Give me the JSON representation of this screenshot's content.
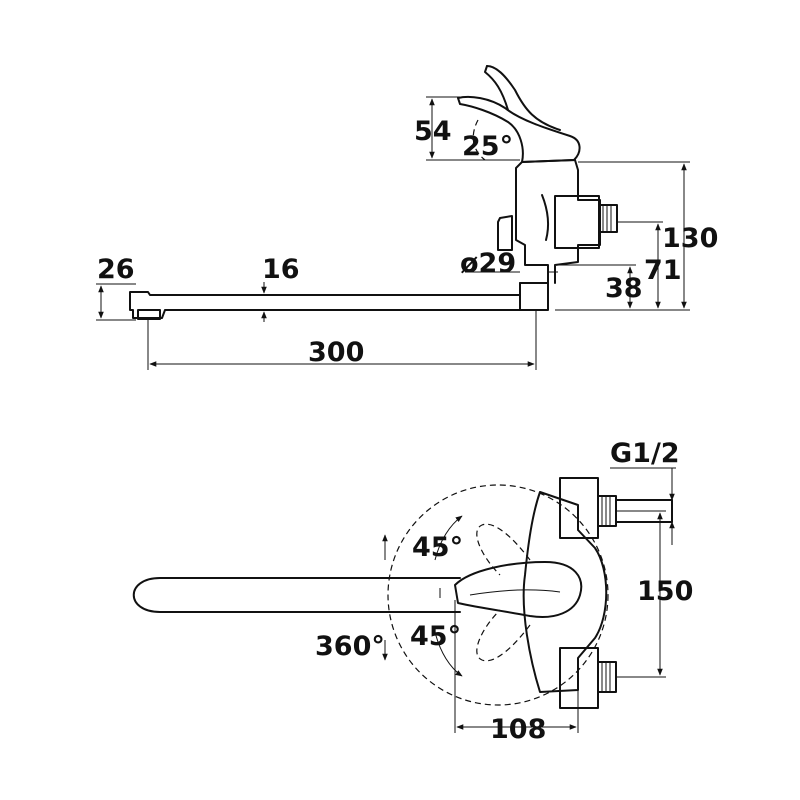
{
  "side_view": {
    "handle_height": "54",
    "handle_tilt_angle": "25°",
    "total_height": "130",
    "inlet_height": "71",
    "spout_body_height": "38",
    "body_diameter": "ø29",
    "spout_tip_height": "26",
    "spout_thickness": "16",
    "spout_length": "300"
  },
  "top_view": {
    "inlet_thread": "G1/2",
    "inlet_spacing": "150",
    "swivel_angle": "360°",
    "handle_angle_upper": "45°",
    "handle_angle_lower": "45°",
    "body_width": "108"
  }
}
